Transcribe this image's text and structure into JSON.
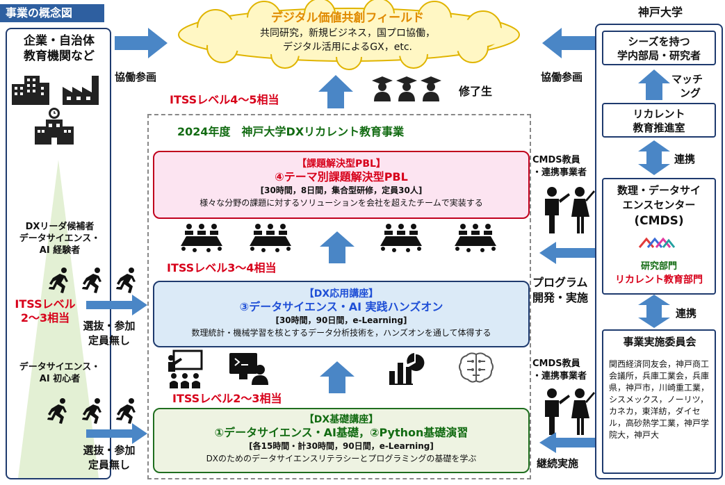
{
  "header_tag": "事業の概念図",
  "left": {
    "title_line1": "企業・自治体",
    "title_line2": "教育機関など",
    "group_a_line1": "DXリーダ候補者",
    "group_a_line2": "データサイエンス・",
    "group_a_line3": "AI 経験者",
    "itss_a_line1": "ITSSレベル",
    "itss_a_line2": "2〜3相当",
    "select_a_line1": "選抜・参加",
    "select_a_line2": "定員無し",
    "group_b_line1": "データサイエンス・",
    "group_b_line2": "AI 初心者",
    "select_b_line1": "選抜・参加",
    "select_b_line2": "定員無し"
  },
  "cloud": {
    "title": "デジタル価値共創フィールド",
    "line1": "共同研究，新規ビジネス，国プロ協働，",
    "line2": "デジタル活用によるGX，etc."
  },
  "collab_left": "協働参画",
  "collab_right": "協働参画",
  "itss_top": "ITSSレベル4〜5相当",
  "graduates": "修了生",
  "program_title": "2024年度　神戸大学DXリカレント教育事業",
  "pbl": {
    "tag": "【課題解決型PBL】",
    "title": "④テーマ別課題解決型PBL",
    "meta": "[30時間，8日間，集合型研修，定員30人]",
    "desc": "様々な分野の課題に対するソリューションを会社を超えたチームで実装する"
  },
  "itss_mid": "ITSSレベル3〜4相当",
  "applied": {
    "tag": "【DX応用講座】",
    "title": "③データサイエンス・AI 実践ハンズオン",
    "meta": "[30時間，90日間，e-Learning]",
    "desc": "数理統計・機械学習を核とするデータ分析技術を，ハンズオンを通して体得する"
  },
  "itss_low": "ITSSレベル2〜3相当",
  "basic": {
    "tag": "【DX基礎講座】",
    "title": "①データサイエンス・AI基礎，②Python基礎演習",
    "meta": "[各15時間・計30時間，90日間，e-Learning]",
    "desc": "DXのためのデータサイエンスリテラシーとプログラミングの基礎を学ぶ"
  },
  "cmds_staff_a_line1": "CMDS教員",
  "cmds_staff_a_line2": "・連携事業者",
  "program_dev_line1": "プログラム",
  "program_dev_line2": "開発・実施",
  "cmds_staff_b_line1": "CMDS教員",
  "cmds_staff_b_line2": "・連携事業者",
  "continuous": "継続実施",
  "right": {
    "title": "神戸大学",
    "seeds_line1": "シーズを持つ",
    "seeds_line2": "学内部局・研究者",
    "matching_line1": "マッチ",
    "matching_line2": "ング",
    "recurrent_line1": "リカレント",
    "recurrent_line2": "教育推進室",
    "link_a": "連携",
    "cmds_line1": "数理・データサイ",
    "cmds_line2": "エンスセンター",
    "cmds_line3": "(CMDS)",
    "dept_research": "研究部門",
    "dept_recurrent": "リカレント教育部門",
    "link_b": "連携",
    "committee_title": "事業実施委員会",
    "committee_members": "関西経済同友会，神戸商工会議所，兵庫工業会，兵庫県，神戸市，川崎重工業，シスメックス，ノーリツ，カネカ，東洋紡，ダイセル，高砂熱学工業，神戸学院大，神戸大"
  },
  "icons": [
    "office-building-icon",
    "factory-icon",
    "school-icon",
    "runner-icon",
    "graduate-icon",
    "meeting-icon",
    "teacher-icon",
    "presentation-icon",
    "computer-user-icon",
    "analytics-icon",
    "brain-ai-icon",
    "cmds-logo"
  ],
  "colors": {
    "arrow": "#4a86c6",
    "red": "#d7001a",
    "blue": "#1f4fd6",
    "green": "#126b12",
    "navy": "#1e3a6e",
    "pbl_bg": "#fce4f1",
    "applied_bg": "#dbeaf7",
    "basic_bg": "#eef3e2",
    "cloud_bg": "#fff7c4",
    "header_bg": "#2e5fa0"
  }
}
